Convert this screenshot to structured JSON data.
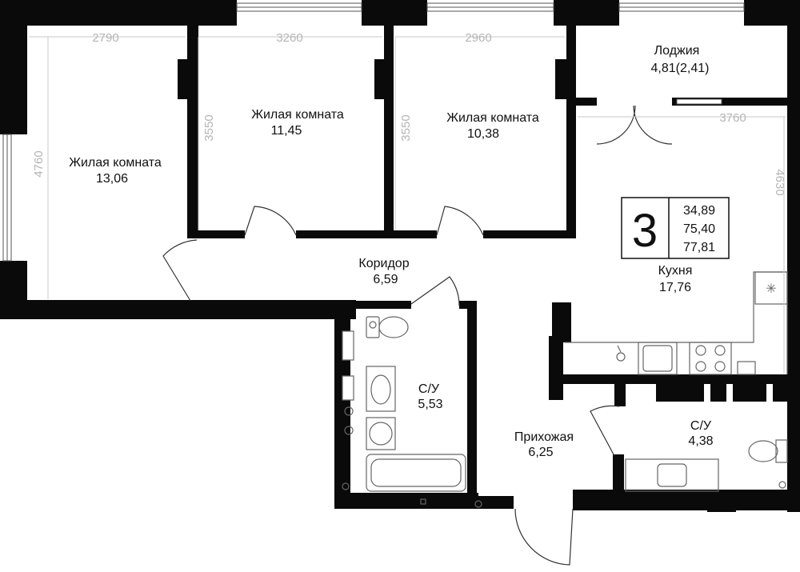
{
  "rooms": {
    "living1": {
      "name": "Жилая комната",
      "area": "13,06"
    },
    "living2": {
      "name": "Жилая комната",
      "area": "11,45"
    },
    "living3": {
      "name": "Жилая комната",
      "area": "10,38"
    },
    "loggia": {
      "name": "Лоджия",
      "area": "4,81(2,41)"
    },
    "kitchen": {
      "name": "Кухня",
      "area": "17,76"
    },
    "corridor": {
      "name": "Коридор",
      "area": "6,59"
    },
    "bath1": {
      "name": "С/У",
      "area": "5,53"
    },
    "hall": {
      "name": "Прихожая",
      "area": "6,25"
    },
    "bath2": {
      "name": "С/У",
      "area": "4,38"
    }
  },
  "dimensions": {
    "room1_width": "2790",
    "room2_width": "3260",
    "room3_width": "2960",
    "kitchen_width": "3760",
    "room1_height": "4760",
    "room2_height": "3550",
    "room3_height": "3550",
    "kitchen_height": "4630"
  },
  "summary": {
    "rooms_count": "3",
    "living_area": "34,89",
    "total_area": "75,40",
    "total_with_loggia": "77,81"
  }
}
